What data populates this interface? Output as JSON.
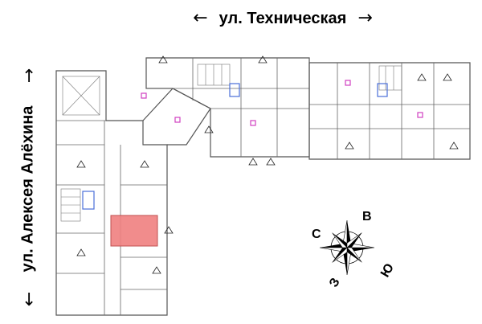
{
  "streets": {
    "top": {
      "label": "ул. Техническая",
      "arrow_left": "←",
      "arrow_right": "→"
    },
    "left": {
      "label": "ул. Алексея Алёхина",
      "arrow_up": "↑",
      "arrow_down": "↓"
    }
  },
  "compass": {
    "north": "С",
    "east": "В",
    "south": "Ю",
    "west": "З"
  },
  "highlight_color": "#f08080",
  "plan_line_color": "#333333",
  "plan_accent_colors": {
    "pink": "#d040c0",
    "blue": "#4a6fd8"
  }
}
